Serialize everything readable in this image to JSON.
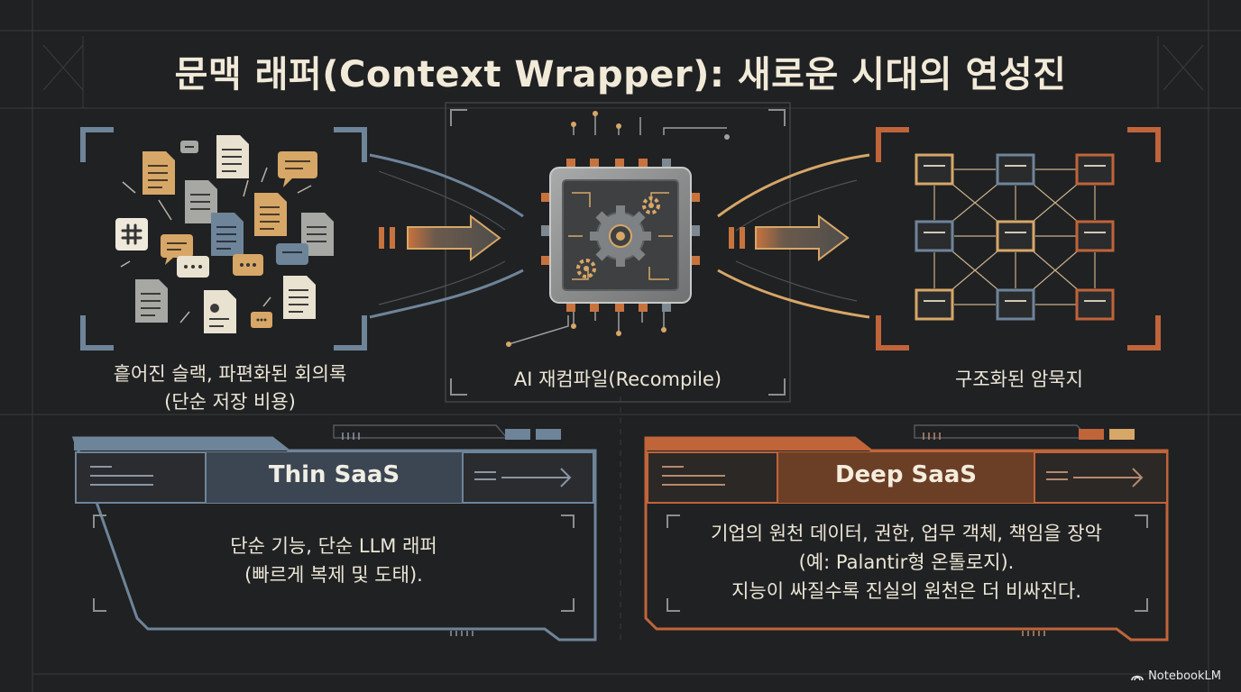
{
  "title": "문맥 래퍼(Context Wrapper): 새로운 시대의 연성진",
  "stages": {
    "left_caption": [
      "흩어진 슬랙, 파편화된 회의록",
      "(단순 저장 비용)"
    ],
    "middle_caption": "AI 재컴파일(Recompile)",
    "right_caption": "구조화된 암묵지"
  },
  "panels": {
    "thin": {
      "title": "Thin SaaS",
      "body": [
        "단순 기능, 단순 LLM 래퍼",
        "(빠르게 복제 및 도태)."
      ]
    },
    "deep": {
      "title": "Deep SaaS",
      "body": [
        "기업의 원천 데이터, 권한, 업무 객체, 책임을 장악",
        "(예: Palantir형 온톨로지).",
        "지능이 싸질수록 진실의 원천은 더 비싸진다."
      ]
    }
  },
  "brand": "NotebookLM",
  "colors": {
    "background": "#202123",
    "blue_steel": "#6e8499",
    "orange": "#c0643a",
    "tan": "#d7a767",
    "cream": "#ece6d6"
  }
}
